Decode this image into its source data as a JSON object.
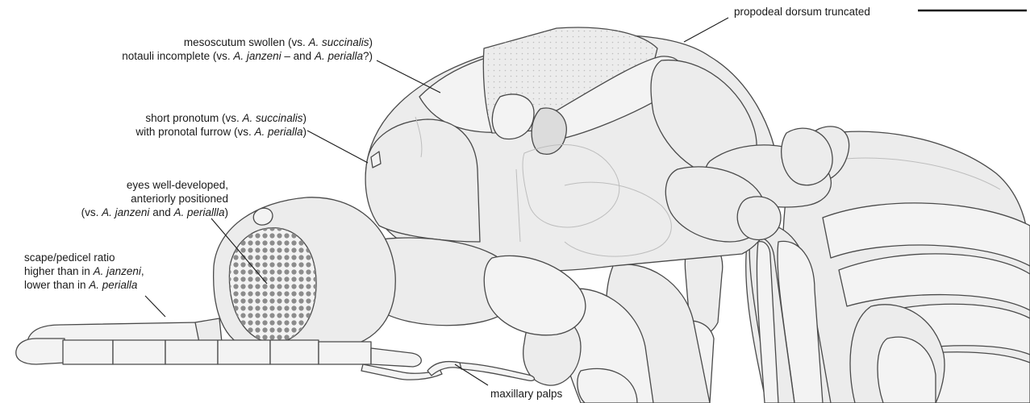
{
  "annotations": {
    "propodeal": [
      "propodeal dorsum truncated"
    ],
    "mesoscutum": [
      [
        "mesoscutum swollen (vs. ",
        {
          "i": "A. succinalis"
        },
        ")"
      ],
      [
        "notauli incomplete (vs. ",
        {
          "i": "A. janzeni"
        },
        " – and ",
        {
          "i": "A. perialla"
        },
        "?)"
      ]
    ],
    "pronotum": [
      [
        "short pronotum (vs. ",
        {
          "i": "A. succinalis"
        },
        ")"
      ],
      [
        "with pronotal furrow (vs. ",
        {
          "i": "A. perialla"
        },
        ")"
      ]
    ],
    "eyes": [
      [
        "eyes well-developed,"
      ],
      [
        "anteriorly positioned"
      ],
      [
        "(vs. ",
        {
          "i": "A. janzeni"
        },
        " and ",
        {
          "i": "A. periallla"
        },
        ")"
      ]
    ],
    "scape": [
      [
        "scape/pedicel ratio"
      ],
      [
        "higher than in ",
        {
          "i": "A. janzeni"
        },
        ","
      ],
      [
        "lower than in ",
        {
          "i": "A. perialla"
        }
      ]
    ],
    "palps": [
      "maxillary palps"
    ]
  },
  "colors": {
    "body_fill": "#ececec",
    "outline": "#4a4a4a",
    "eye_dots": "#8c8c8c",
    "highlight_fill": "#f4f4f4",
    "text": "#1a1a1a"
  },
  "scale_bar": {
    "present": true
  }
}
